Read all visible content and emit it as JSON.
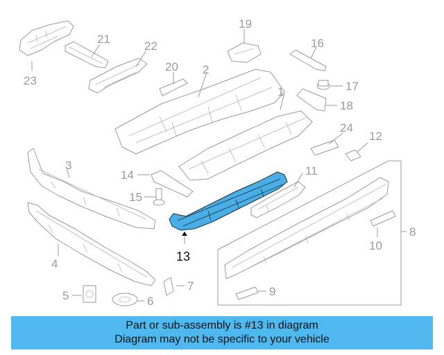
{
  "callouts": [
    "1",
    "2",
    "3",
    "4",
    "5",
    "6",
    "7",
    "8",
    "9",
    "10",
    "11",
    "12",
    "13",
    "14",
    "15",
    "16",
    "17",
    "18",
    "19",
    "20",
    "21",
    "22",
    "23",
    "24"
  ],
  "highlighted_part": "13",
  "colors": {
    "highlight": "#4aaee6",
    "banner": "#4fb8ef",
    "line": "#9a9a9a"
  },
  "banner": {
    "line1": "Part or sub-assembly is #13 in diagram",
    "line2": "Diagram may not be specific to your vehicle"
  }
}
